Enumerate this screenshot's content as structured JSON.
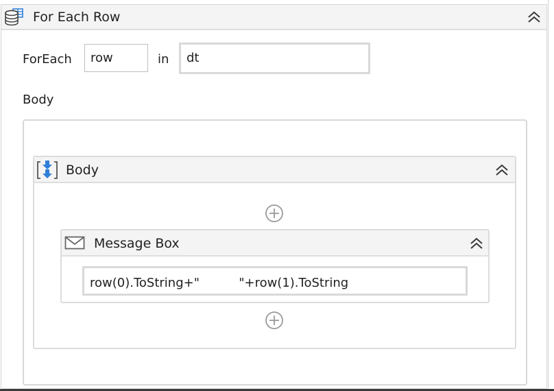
{
  "activity": {
    "title": "For Each Row",
    "icon": "database-table-icon",
    "collapse_icon": "double-chevron-up-icon",
    "foreach_label": "ForEach",
    "item_variable": "row",
    "in_label": "in",
    "collection": "dt",
    "body_label": "Body"
  },
  "sequence": {
    "title": "Body",
    "icon": "sequence-arrows-icon",
    "collapse_icon": "double-chevron-up-icon",
    "add_activity_icon": "plus-circle-icon"
  },
  "message_box": {
    "title": "Message Box",
    "icon": "envelope-icon",
    "collapse_icon": "double-chevron-up-icon",
    "text_expression": "row(0).ToString+\"          \"+row(1).ToString"
  },
  "colors": {
    "header_bg": "#f4f4f4",
    "border": "#d8d8d8",
    "icon_blue": "#2f7fd8",
    "icon_gray": "#555555"
  }
}
